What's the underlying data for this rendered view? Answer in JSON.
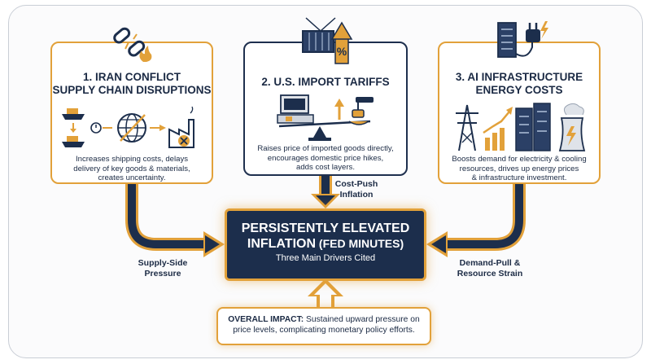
{
  "drivers": [
    {
      "number_title": "1. IRAN CONFLICT",
      "subtitle": "SUPPLY CHAIN DISRUPTIONS",
      "description": [
        "Increases shipping costs, delays",
        "delivery of key goods & materials,",
        "creates uncertainty."
      ],
      "icon": "broken-chain-fire-icon"
    },
    {
      "number_title": "2. U.S. IMPORT TARIFFS",
      "description": [
        "Raises price of imported goods directly,",
        "encourages domestic price hikes,",
        "adds cost layers."
      ],
      "icon": "shipping-container-percent-icon"
    },
    {
      "number_title": "3. AI INFRASTRUCTURE",
      "subtitle": "ENERGY COSTS",
      "description": [
        "Boosts demand for electricity & cooling",
        "resources, drives up energy prices",
        "& infrastructure investment."
      ],
      "icon": "server-power-plug-icon"
    }
  ],
  "flows": {
    "left": [
      "Supply-Side",
      "Pressure"
    ],
    "middle": [
      "Cost-Push",
      "Inflation"
    ],
    "right": [
      "Demand-Pull &",
      "Resource Strain"
    ]
  },
  "center": {
    "title_line1": "PERSISTENTLY ELEVATED",
    "title_line2_bold": "INFLATION",
    "title_line2_rest": " (FED MINUTES)",
    "subtitle": "Three Main Drivers Cited"
  },
  "impact": {
    "label": "OVERALL IMPACT:",
    "text_line1": " Sustained upward pressure on",
    "text_line2": "price levels, complicating monetary policy efforts."
  },
  "colors": {
    "navy": "#1c2e4c",
    "accent_orange": "#e2a13a",
    "text": "#1b2a44"
  }
}
